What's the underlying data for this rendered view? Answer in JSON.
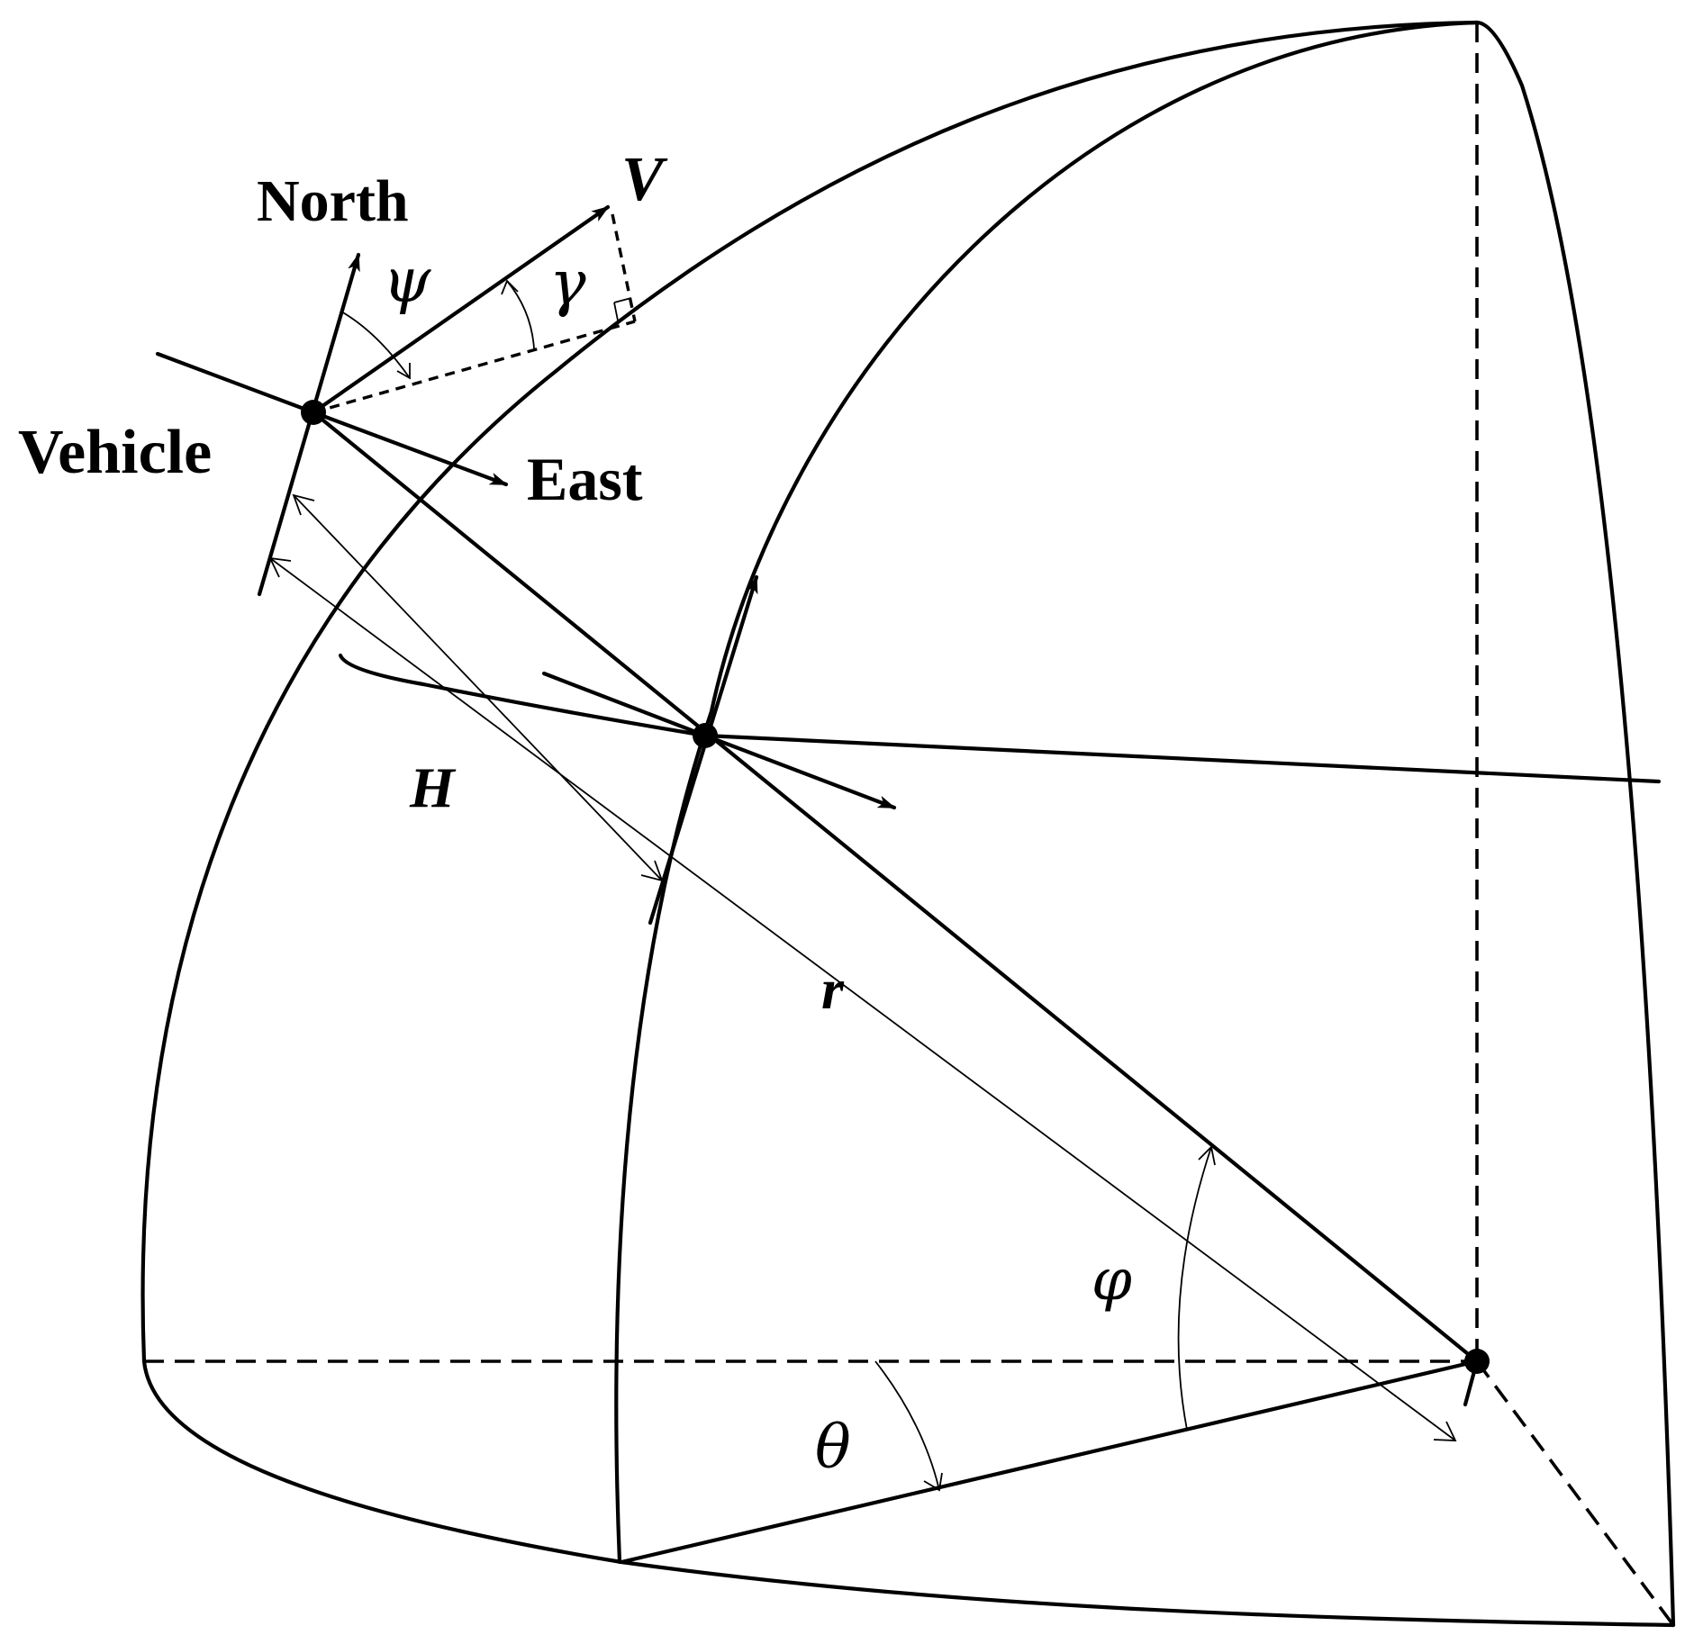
{
  "labels": {
    "north": "North",
    "east": "East",
    "vehicle": "Vehicle",
    "velocity": "V",
    "heading": "ψ",
    "flight_path": "γ",
    "altitude": "H",
    "radius": "r",
    "latitude": "φ",
    "longitude": "θ"
  },
  "colors": {
    "stroke": "#000000",
    "background": "#ffffff"
  }
}
